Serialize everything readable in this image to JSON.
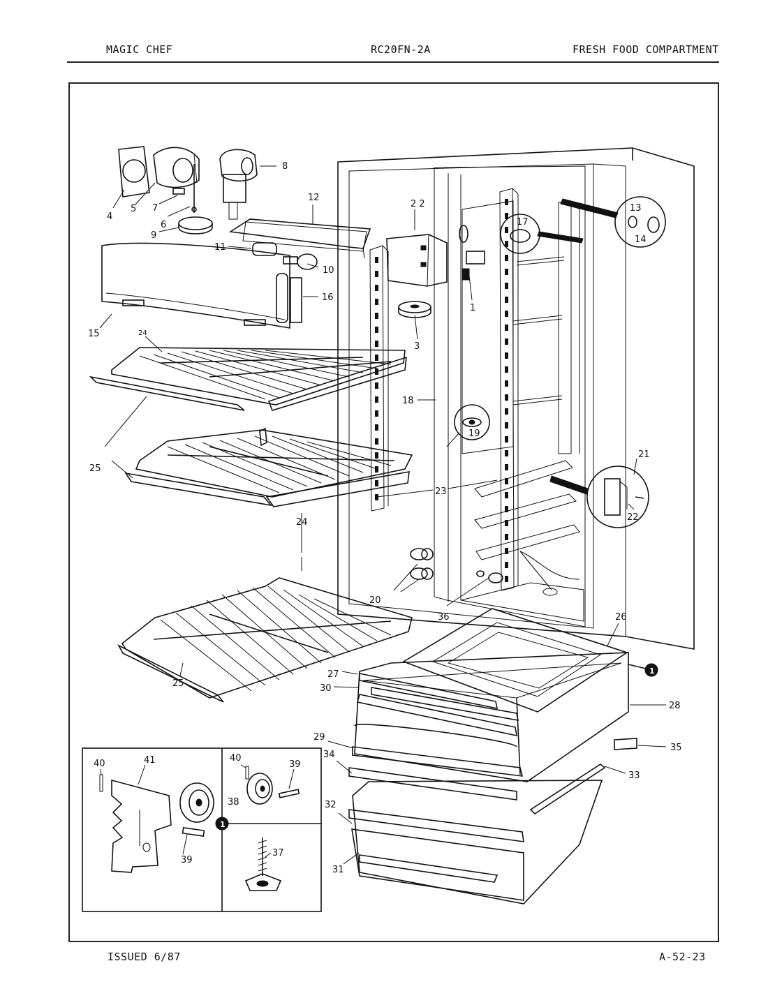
{
  "header": {
    "brand": "MAGIC CHEF",
    "model": "RC20FN-2A",
    "section": "FRESH FOOD COMPARTMENT"
  },
  "footer": {
    "issued": "ISSUED 6/87",
    "page_code": "A-52-23"
  },
  "callouts": {
    "c1": "1",
    "c3": "3",
    "c4": "4",
    "c5": "5",
    "c6": "6",
    "c7": "7",
    "c8": "8",
    "c9": "9",
    "c10": "10",
    "c11": "11",
    "c12": "12",
    "c13": "13",
    "c14": "14",
    "c15": "15",
    "c16": "16",
    "c17": "17",
    "c18": "18",
    "c19": "19",
    "c20": "20",
    "c21": "21",
    "c22": "22",
    "c22b": "2 2",
    "c23": "23",
    "c24a": "24",
    "c24b": "24",
    "c25a": "25",
    "c25b": "25",
    "c26": "26",
    "c27": "27",
    "c28": "28",
    "c29": "29",
    "c30": "30",
    "c31": "31",
    "c32": "32",
    "c33": "33",
    "c34": "34",
    "c35": "35",
    "c36": "36",
    "c37": "37",
    "c38": "38",
    "c39a": "39",
    "c39b": "39",
    "c40a": "40",
    "c40b": "40",
    "c41": "41",
    "ref1a": "1",
    "ref1b": "1"
  }
}
